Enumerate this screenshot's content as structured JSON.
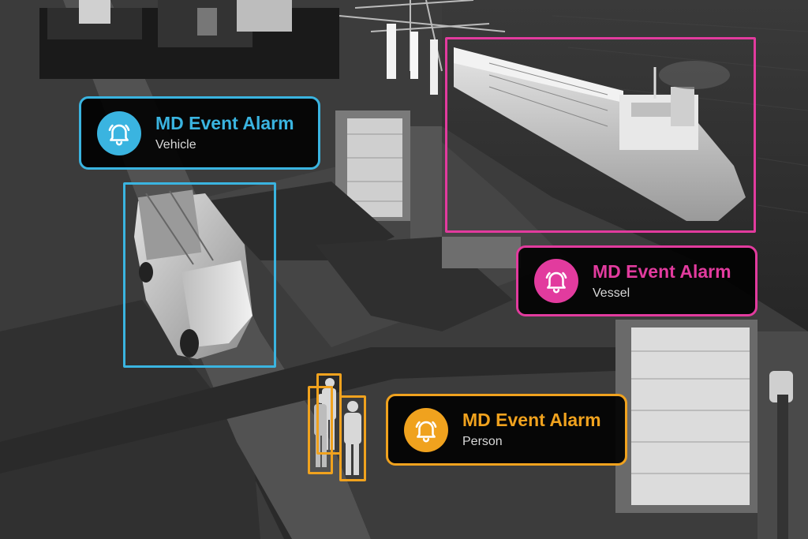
{
  "colors": {
    "vehicle": "#3ab4e0",
    "vessel": "#e23b9e",
    "person": "#f0a21e"
  },
  "alarms": [
    {
      "key": "vehicle",
      "title": "MD Event Alarm",
      "label": "Vehicle",
      "icon": "bell-icon"
    },
    {
      "key": "vessel",
      "title": "MD Event Alarm",
      "label": "Vessel",
      "icon": "bell-icon"
    },
    {
      "key": "person",
      "title": "MD Event Alarm",
      "label": "Person",
      "icon": "bell-icon"
    }
  ]
}
